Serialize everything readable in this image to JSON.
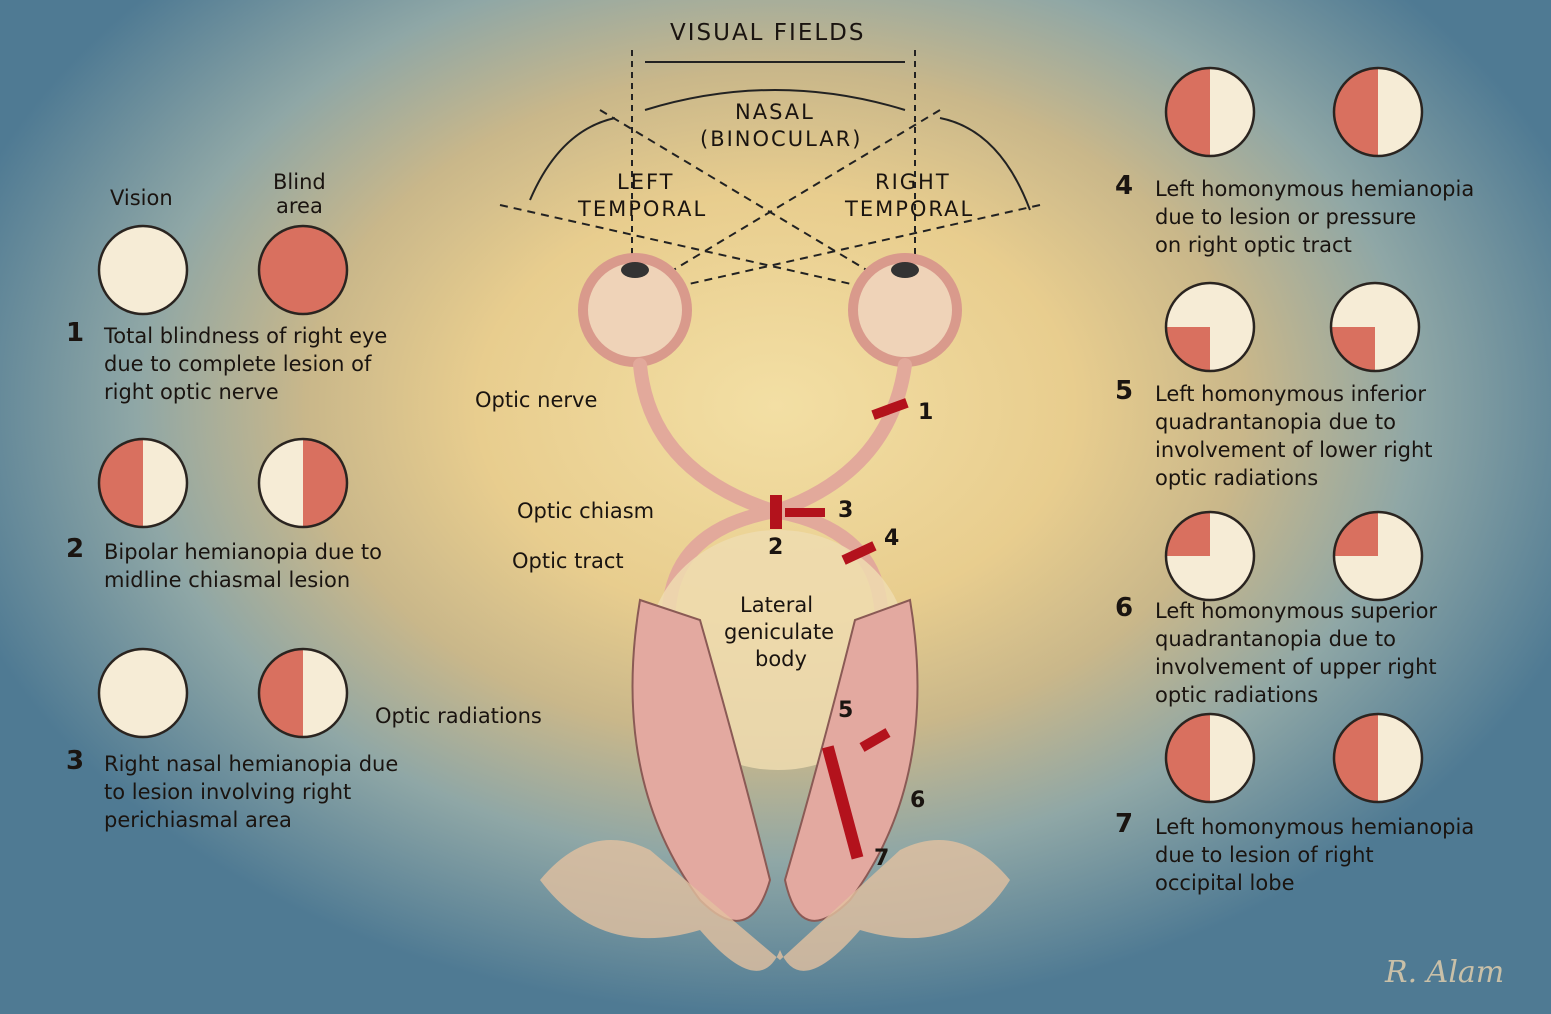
{
  "title": "VISUAL FIELDS",
  "nasal": [
    "NASAL",
    "(BINOCULAR)"
  ],
  "left_temporal": [
    "LEFT",
    "TEMPORAL"
  ],
  "right_temporal": [
    "RIGHT",
    "TEMPORAL"
  ],
  "legend": {
    "vision": "Vision",
    "blind": [
      "Blind",
      "area"
    ]
  },
  "labels": {
    "optic_nerve": "Optic nerve",
    "optic_chiasm": "Optic chiasm",
    "optic_tract": "Optic tract",
    "lgb": [
      "Lateral",
      "geniculate",
      "body"
    ],
    "optic_radiations": "Optic radiations"
  },
  "lesion_numbers": [
    "1",
    "2",
    "3",
    "4",
    "5",
    "6",
    "7"
  ],
  "cases": [
    {
      "n": "1",
      "lines": [
        "Total blindness of right eye",
        "due to complete lesion of",
        "right optic nerve"
      ],
      "left_field": "none",
      "right_field": "full"
    },
    {
      "n": "2",
      "lines": [
        "Bipolar hemianopia due to",
        "midline chiasmal lesion"
      ],
      "left_field": "left-half",
      "right_field": "right-half"
    },
    {
      "n": "3",
      "lines": [
        "Right nasal hemianopia due",
        "to lesion involving right",
        "perichiasmal area"
      ],
      "left_field": "none",
      "right_field": "left-half"
    },
    {
      "n": "4",
      "lines": [
        "Left homonymous hemianopia",
        "due to lesion or pressure",
        "on right optic tract"
      ],
      "left_field": "left-half",
      "right_field": "left-half"
    },
    {
      "n": "5",
      "lines": [
        "Left homonymous inferior",
        "quadrantanopia due to",
        "involvement of lower right",
        "optic radiations"
      ],
      "left_field": "lower-left",
      "right_field": "lower-left"
    },
    {
      "n": "6",
      "lines": [
        "Left homonymous superior",
        "quadrantanopia due to",
        "involvement of upper right",
        "optic radiations"
      ],
      "left_field": "upper-left",
      "right_field": "upper-left"
    },
    {
      "n": "7",
      "lines": [
        "Left homonymous hemianopia",
        "due to lesion of right",
        "occipital lobe"
      ],
      "left_field": "left-half",
      "right_field": "left-half"
    }
  ],
  "signature": "R. Alam",
  "colors": {
    "blind": "#d9705f",
    "vision": "#f6ecd6",
    "lesion": "#b3121c",
    "tract": "#e7b3a6"
  }
}
